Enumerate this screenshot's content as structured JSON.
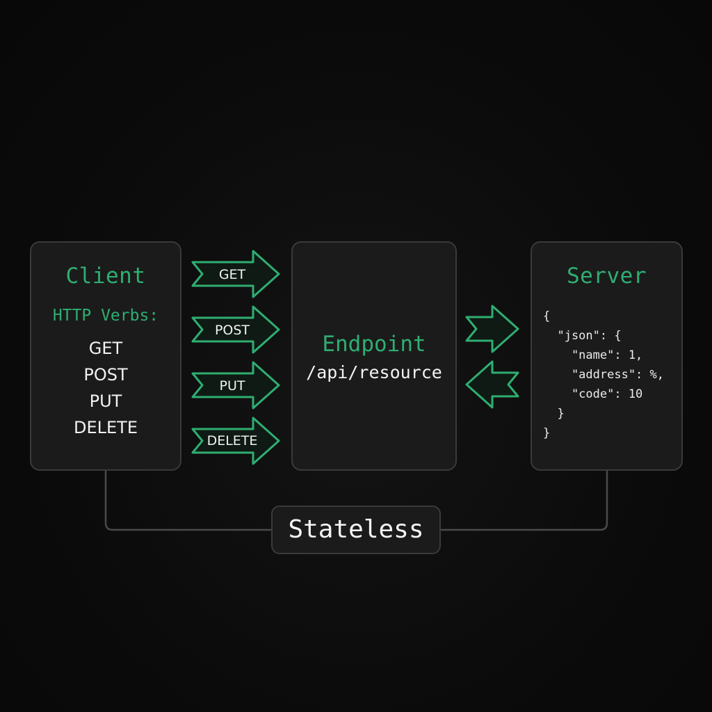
{
  "client": {
    "title": "Client",
    "verbs_label": "HTTP Verbs:",
    "verbs": [
      "GET",
      "POST",
      "PUT",
      "DELETE"
    ]
  },
  "request_arrows": [
    "GET",
    "POST",
    "PUT",
    "DELETE"
  ],
  "endpoint": {
    "title": "Endpoint",
    "path": "/api/resource"
  },
  "server": {
    "title": "Server",
    "json": "{\n  \"json\": {\n    \"name\": 1,\n    \"address\": %,\n    \"code\": 10\n  }\n}"
  },
  "footer": {
    "label": "Stateless"
  },
  "colors": {
    "accent": "#2fae72",
    "panel_bg": "#1b1b1b",
    "panel_border": "#3a3a3a",
    "background": "#0b0b0b"
  }
}
